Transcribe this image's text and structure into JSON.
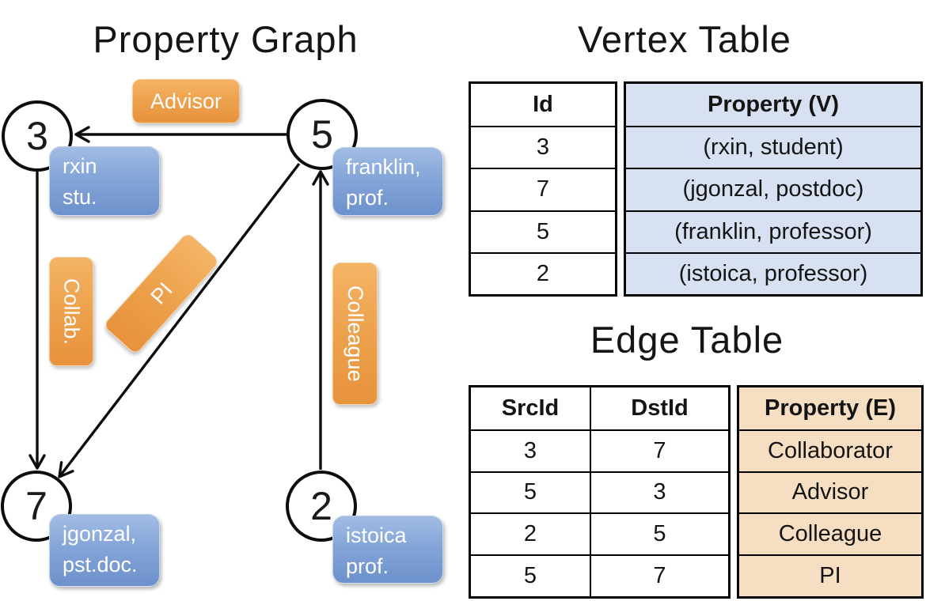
{
  "titles": {
    "graph": "Property Graph",
    "vertex_table": "Vertex Table",
    "edge_table": "Edge Table"
  },
  "graph": {
    "nodes": [
      {
        "id": "3",
        "property_lines": [
          "rxin",
          "stu."
        ]
      },
      {
        "id": "5",
        "property_lines": [
          "franklin,",
          "prof."
        ]
      },
      {
        "id": "7",
        "property_lines": [
          "jgonzal,",
          "pst.doc."
        ]
      },
      {
        "id": "2",
        "property_lines": [
          "istoica",
          "prof."
        ]
      }
    ],
    "edge_labels": {
      "advisor": "Advisor",
      "collab": "Collab.",
      "pi": "PI",
      "colleague": "Colleague"
    },
    "edges": [
      {
        "src": "5",
        "dst": "3",
        "label": "Advisor"
      },
      {
        "src": "3",
        "dst": "7",
        "label": "Collab."
      },
      {
        "src": "5",
        "dst": "7",
        "label": "PI"
      },
      {
        "src": "2",
        "dst": "5",
        "label": "Colleague"
      }
    ]
  },
  "vertex_table": {
    "headers": [
      "Id",
      "Property (V)"
    ],
    "rows": [
      [
        "3",
        "(rxin, student)"
      ],
      [
        "7",
        "(jgonzal, postdoc)"
      ],
      [
        "5",
        "(franklin, professor)"
      ],
      [
        "2",
        "(istoica, professor)"
      ]
    ]
  },
  "edge_table": {
    "headers": [
      "SrcId",
      "DstId",
      "Property (E)"
    ],
    "rows": [
      [
        "3",
        "7",
        "Collaborator"
      ],
      [
        "5",
        "3",
        "Advisor"
      ],
      [
        "2",
        "5",
        "Colleague"
      ],
      [
        "5",
        "7",
        "PI"
      ]
    ]
  },
  "colors": {
    "edge_label_orange": "#ED9F48",
    "vertex_property_blue": "#7E9FD6",
    "vertex_table_fill": "#D8E1F2",
    "edge_table_fill": "#F6DEC3",
    "line_black": "#0D0D0D"
  }
}
